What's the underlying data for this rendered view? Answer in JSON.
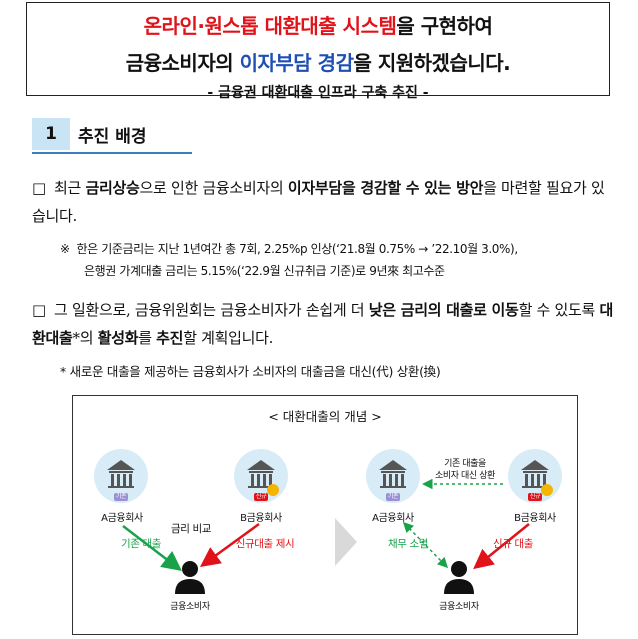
{
  "header": {
    "line1_red": "온라인·원스톱 대환대출 시스템",
    "line1_black": "을 구현하여",
    "line2_a": "금융소비자의 ",
    "line2_blue": "이자부담 경감",
    "line2_b": "을 지원하겠습니다.",
    "subtitle": "- 금융권 대환대출 인프라 구축 추진 -"
  },
  "section": {
    "number": "1",
    "title": "추진 배경"
  },
  "para1": {
    "bullet": "□",
    "s1": "최근 ",
    "b1": "금리상승",
    "s2": "으로 인한 금융소비자의 ",
    "b2": "이자부담을 경감할 수 있는 방안",
    "s3": "을 마련할 필요가 있습니다."
  },
  "note1": {
    "mark": "※",
    "line1": "한은 기준금리는 지난 1년여간 총 7회, 2.25%p 인상(‘21.8월 0.75% → ’22.10월 3.0%),",
    "line2": "은행권 가계대출 금리는 5.15%(‘22.9월 신규취급 기준)로 9년來 최고수준"
  },
  "para2": {
    "bullet": "□",
    "s1": "그 일환으로, 금융위원회는 금융소비자가 손쉽게 더 ",
    "b1": "낮은 금리의 대출로 이동",
    "s2": "할 수 있도록 ",
    "b2": "대환대출",
    "s3": "*의 ",
    "b3": "활성화",
    "s4": "를 ",
    "b4": "추진",
    "s5": "할 계획입니다."
  },
  "footnote": "* 새로운 대출을 제공하는 금융회사가 소비자의 대출금을 대신(代) 상환(換)",
  "diagram": {
    "title": "< 대환대출의 개념 >",
    "left": {
      "bank_a": "A금융회사",
      "bank_b": "B금융회사",
      "badge_a": "기존",
      "badge_b": "신규",
      "compare": "금리 비교",
      "existing_loan": "기존 대출",
      "new_loan_offer": "신규대출 제시",
      "consumer": "금융소비자"
    },
    "right": {
      "bank_a": "A금융회사",
      "bank_b": "B금융회사",
      "badge_a": "기존",
      "badge_b": "신규",
      "repay_line1": "기존 대출을",
      "repay_line2": "소비자 대신 상환",
      "debt_extinct": "채무 소멸",
      "new_loan": "신규 대출",
      "consumer": "금융소비자"
    },
    "colors": {
      "green": "#1aa24a",
      "red": "#e0131a",
      "bank_circle": "#d8ecf8",
      "badge_a": "#9b8fd6",
      "badge_b": "#e0131a"
    }
  }
}
